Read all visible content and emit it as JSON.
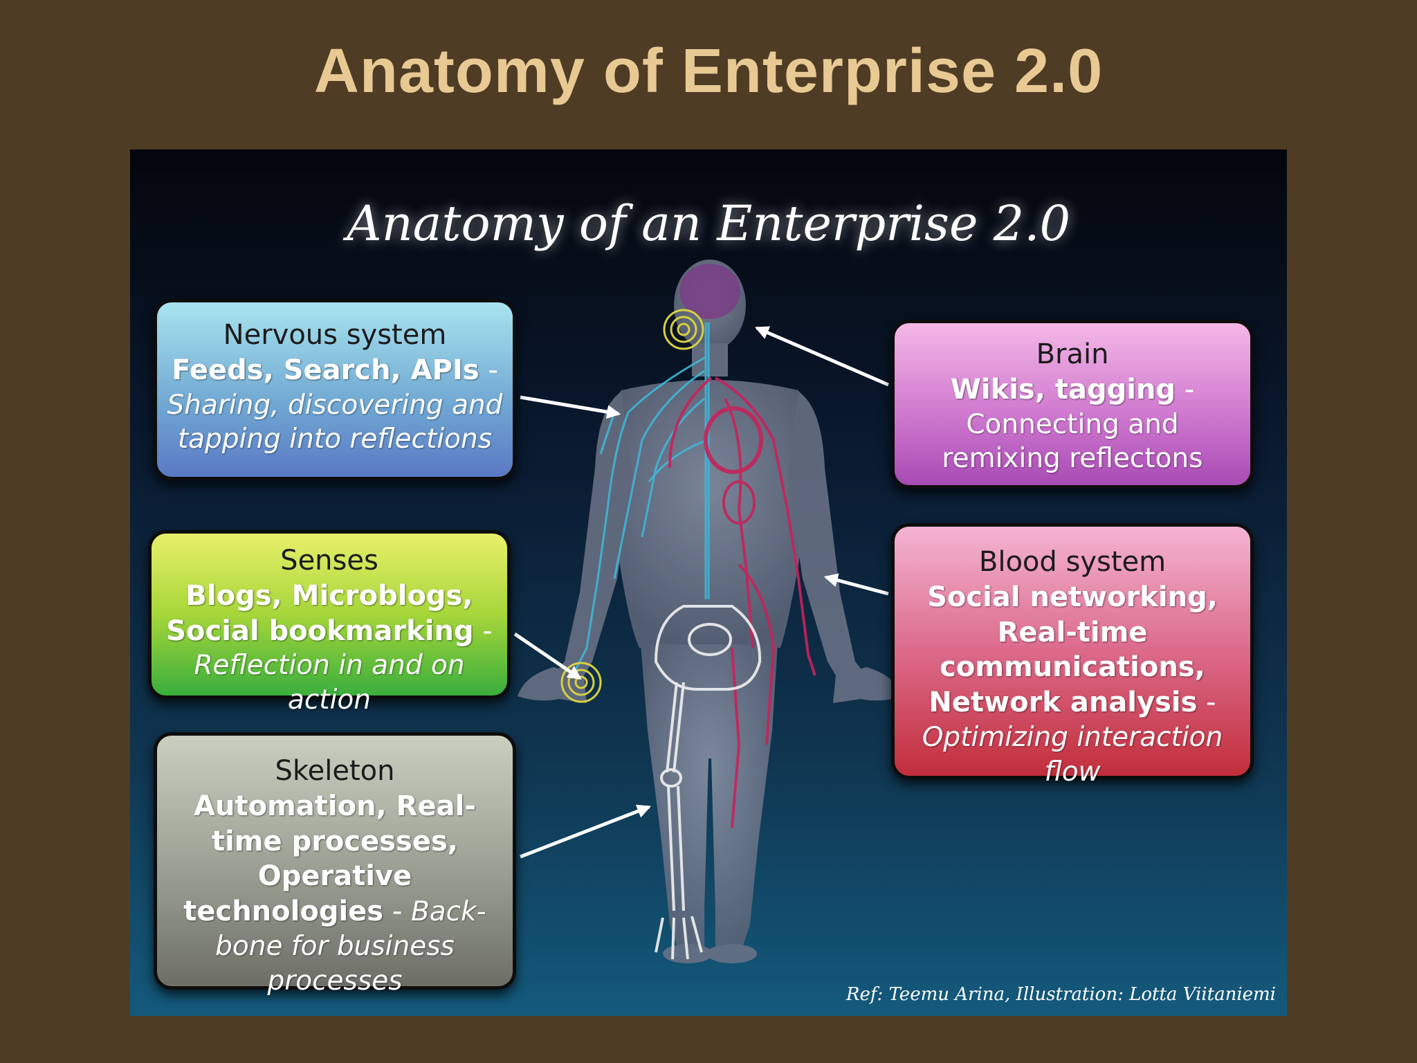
{
  "slide": {
    "title": "Anatomy of Enterprise 2.0"
  },
  "panel": {
    "title": "Anatomy of an Enterprise 2.0",
    "reference": "Ref: Teemu Arina, Illustration: Lotta Viitaniemi"
  },
  "boxes": {
    "nervous": {
      "heading": "Nervous system",
      "technologies": "Feeds, Search, APIs",
      "separator": " -",
      "description": "Sharing, discovering and tapping into reflections"
    },
    "senses": {
      "heading": "Senses",
      "technologies": "Blogs, Microblogs, Social bookmarking",
      "separator": " -",
      "description": "Reflection in and on action"
    },
    "skeleton": {
      "heading": "Skeleton",
      "technologies": "Automation, Real-time processes, Operative technologies",
      "separator": " - ",
      "description": "Back-bone for business processes"
    },
    "brain": {
      "heading": "Brain",
      "technologies": "Wikis, tagging",
      "separator": " -",
      "description": "Connecting and remixing reflectons"
    },
    "blood": {
      "heading": "Blood system",
      "technologies": "Social networking, Real-time communications, Network analysis",
      "separator": " -",
      "description": "Optimizing interaction flow"
    }
  },
  "colors": {
    "slide_background": "#4f3c25",
    "title": "#e8c994",
    "nervous_system_lines": "#3fb6d8",
    "blood_system_lines": "#c5245a",
    "skeleton_lines": "#eeeeee",
    "brain": "#7a3e86",
    "sense_rings": "#d8d040"
  }
}
